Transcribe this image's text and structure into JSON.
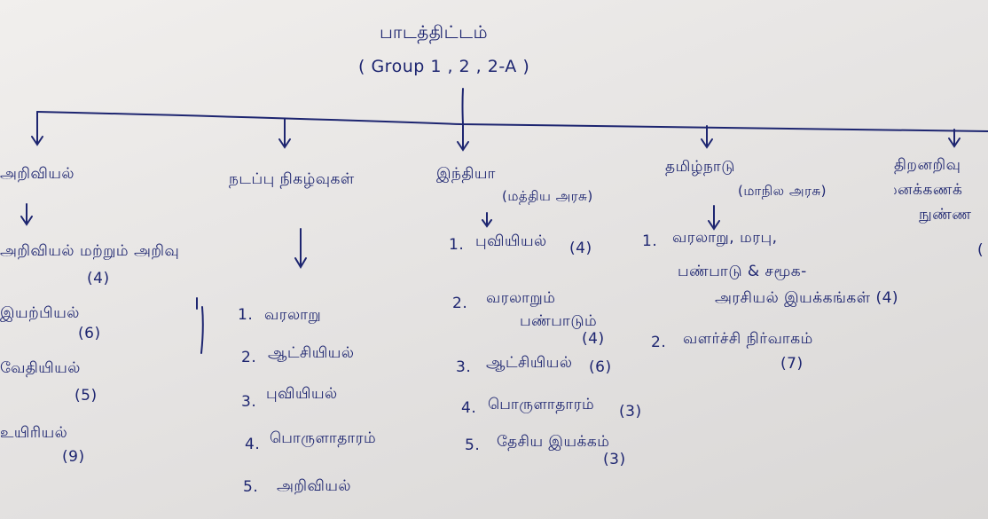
{
  "title": "பாடத்திட்டம்",
  "subtitle": "( Group 1 , 2 , 2-A )",
  "branches": {
    "b1": {
      "heading": "அறிவியல்",
      "items": [
        {
          "text": "அறிவியல் மற்றும் அறிவு",
          "count": "(4)"
        },
        {
          "text": "இயற்பியல்",
          "count": "(6)"
        },
        {
          "text": "வேதியியல்",
          "count": "(5)"
        },
        {
          "text": "உயிரியல்",
          "count": "(9)"
        }
      ]
    },
    "b2": {
      "heading": "நடப்பு நிகழ்வுகள்",
      "items": [
        {
          "num": "1.",
          "text": "வரலாறு"
        },
        {
          "num": "2.",
          "text": "ஆட்சியியல்"
        },
        {
          "num": "3.",
          "text": "புவியியல்"
        },
        {
          "num": "4.",
          "text": "பொருளாதாரம்"
        },
        {
          "num": "5.",
          "text": "அறிவியல்"
        }
      ]
    },
    "b3": {
      "heading": "இந்தியா",
      "note": "(மத்திய அரசு)",
      "items": [
        {
          "num": "1.",
          "text": "புவியியல்",
          "count": "(4)"
        },
        {
          "num": "2.",
          "text": "வரலாறும்",
          "text2": "பண்பாடும்",
          "count": "(4)"
        },
        {
          "num": "3.",
          "text": "ஆட்சியியல்",
          "count": "(6)"
        },
        {
          "num": "4.",
          "text": "பொருளாதாரம்",
          "count": "(3)"
        },
        {
          "num": "5.",
          "text": "தேசிய இயக்கம்",
          "count": "(3)"
        }
      ]
    },
    "b4": {
      "heading": "தமிழ்நாடு",
      "note": "(மாநில அரசு)",
      "items": [
        {
          "num": "1.",
          "text": "வரலாறு, மரபு,",
          "text2": "பண்பாடு & சமூக-",
          "text3": "அரசியல் இயக்கங்கள் (4)"
        },
        {
          "num": "2.",
          "text": "வளர்ச்சி நிர்வாகம்",
          "count": "(7)"
        }
      ]
    },
    "b5": {
      "heading": "திறனறிவு",
      "heading2": "மனக்கணக்",
      "heading3": "நுண்ண",
      "mark": "("
    }
  }
}
